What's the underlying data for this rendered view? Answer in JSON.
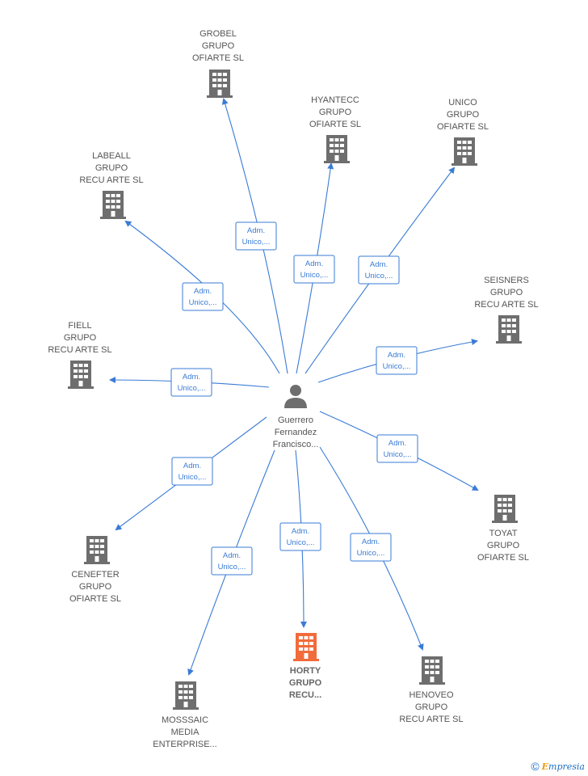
{
  "center": {
    "lines": [
      "Guerrero",
      "Fernandez",
      "Francisco..."
    ],
    "icon": "person-icon"
  },
  "nodes": [
    {
      "id": "grobel",
      "lines": [
        "GROBEL",
        "GRUPO",
        "OFIARTE  SL"
      ],
      "highlight": false
    },
    {
      "id": "hyantecc",
      "lines": [
        "HYANTECC",
        "GRUPO",
        "OFIARTE  SL"
      ],
      "highlight": false
    },
    {
      "id": "unico",
      "lines": [
        "UNICO",
        "GRUPO",
        "OFIARTE  SL"
      ],
      "highlight": false
    },
    {
      "id": "labeall",
      "lines": [
        "LABEALL",
        "GRUPO",
        "RECU ARTE  SL"
      ],
      "highlight": false
    },
    {
      "id": "seisners",
      "lines": [
        "SEISNERS",
        "GRUPO",
        "RECU ARTE  SL"
      ],
      "highlight": false
    },
    {
      "id": "fiell",
      "lines": [
        "FIELL",
        "GRUPO",
        "RECU ARTE  SL"
      ],
      "highlight": false
    },
    {
      "id": "toyat",
      "lines": [
        "TOYAT",
        "GRUPO",
        "OFIARTE  SL"
      ],
      "highlight": false
    },
    {
      "id": "cenefter",
      "lines": [
        "CENEFTER",
        "GRUPO",
        "OFIARTE  SL"
      ],
      "highlight": false
    },
    {
      "id": "horty",
      "lines": [
        "HORTY",
        "GRUPO",
        "RECU..."
      ],
      "highlight": true
    },
    {
      "id": "henoveo",
      "lines": [
        "HENOVEO",
        "GRUPO",
        "RECU ARTE  SL"
      ],
      "highlight": false
    },
    {
      "id": "mosssaic",
      "lines": [
        "MOSSSAIC",
        "MEDIA",
        "ENTERPRISE..."
      ],
      "highlight": false
    }
  ],
  "edge_label": [
    "Adm.",
    "Unico,..."
  ],
  "colors": {
    "edge": "#3a7bd5",
    "building": "#6e6e6e",
    "building_highlight": "#f26b3a",
    "person": "#6e6e6e"
  },
  "footer": {
    "copyright": "©",
    "brand_first": "E",
    "brand_rest": "mpresia"
  }
}
